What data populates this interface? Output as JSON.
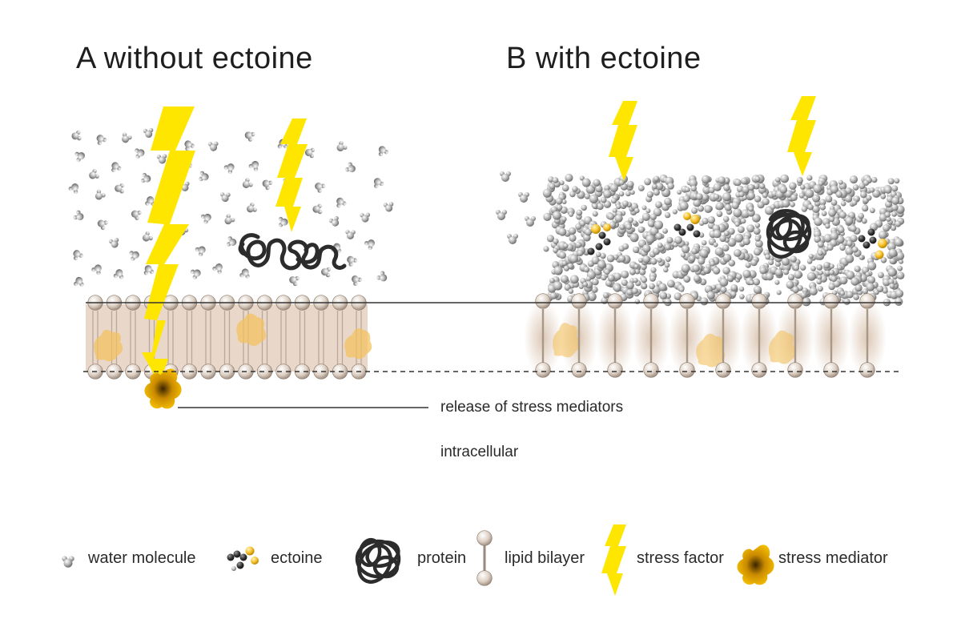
{
  "panels": {
    "a": {
      "title": "A without ectoine"
    },
    "b": {
      "title": "B with ectoine"
    }
  },
  "annotations": {
    "release": "release of stress mediators",
    "intracellular": "intracellular"
  },
  "legend": {
    "water": "water molecule",
    "ectoine": "ectoine",
    "protein": "protein",
    "lipid": "lipid bilayer",
    "stress_factor": "stress factor",
    "stress_mediator": "stress mediator"
  },
  "colors": {
    "bolt": "#ffe600",
    "membrane": "#e8d6c6",
    "mediator": "#f2b400",
    "mediator_core": "#5a3a00",
    "protein": "#2c2c2c",
    "ectoine_yellow": "#f6c02a"
  }
}
